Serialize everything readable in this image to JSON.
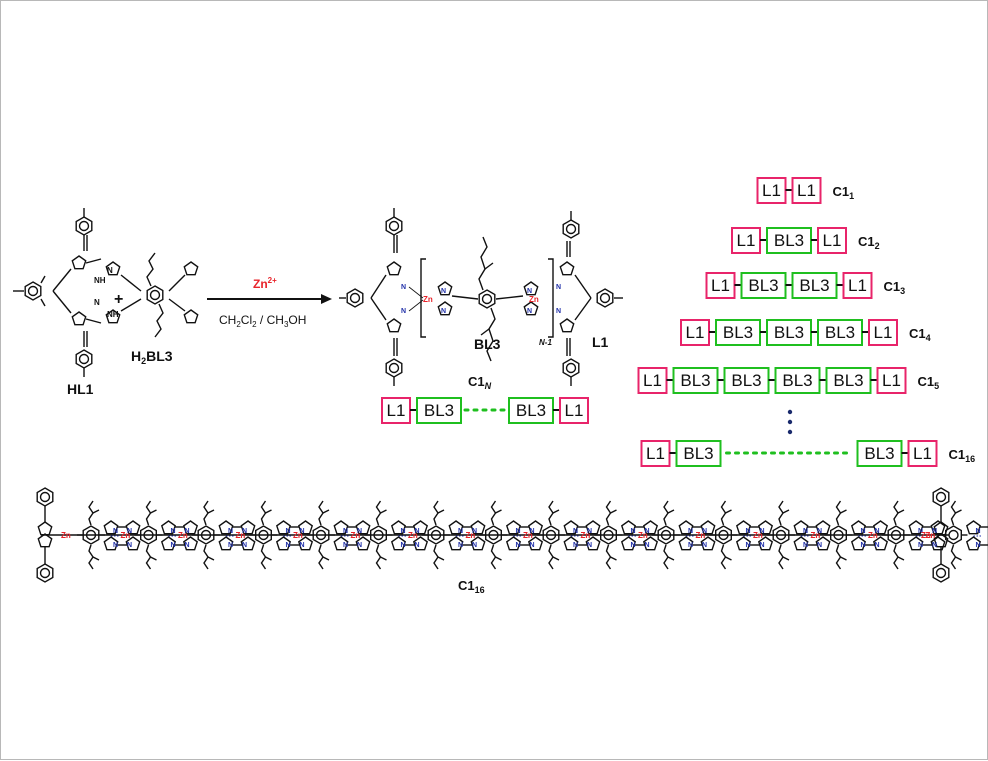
{
  "reaction": {
    "reagent": "Zn",
    "reagent_charge": "2+",
    "solvent_a": "CH",
    "solvent_a_sub1": "2",
    "solvent_a_mid": "Cl",
    "solvent_a_sub2": "2",
    "solvent_sep": " / CH",
    "solvent_b_sub": "3",
    "solvent_b_end": "OH",
    "plus": "+"
  },
  "reactants": {
    "hl1_prefix": "H",
    "hl1_suffix": "L1",
    "h2bl3_h": "H",
    "h2bl3_sub": "2",
    "h2bl3_rest": "BL3",
    "nh": "NH",
    "n": "N"
  },
  "product": {
    "bl3": "BL3",
    "l1": "L1",
    "n_minus_1": "N-1",
    "c1_prefix": "C1",
    "c1_sub": "N",
    "zn": "Zn"
  },
  "schematic": {
    "l1": "L1",
    "bl3": "BL3"
  },
  "series": [
    {
      "main": "C1",
      "sub": "1",
      "boxes": [
        "L1",
        "L1"
      ]
    },
    {
      "main": "C1",
      "sub": "2",
      "boxes": [
        "L1",
        "BL3",
        "L1"
      ]
    },
    {
      "main": "C1",
      "sub": "3",
      "boxes": [
        "L1",
        "BL3",
        "BL3",
        "L1"
      ]
    },
    {
      "main": "C1",
      "sub": "4",
      "boxes": [
        "L1",
        "BL3",
        "BL3",
        "BL3",
        "L1"
      ]
    },
    {
      "main": "C1",
      "sub": "5",
      "boxes": [
        "L1",
        "BL3",
        "BL3",
        "BL3",
        "BL3",
        "L1"
      ]
    },
    {
      "main": "C1",
      "sub": "16",
      "boxes": [
        "L1",
        "BL3",
        "BL3",
        "L1"
      ]
    }
  ],
  "chain": {
    "label_main": "C1",
    "label_sub": "16",
    "zn": "Zn"
  },
  "colors": {
    "l1_border": "#e8246a",
    "bl3_border": "#1fbf1f",
    "zn": "#e8242b",
    "nitrogen": "#1f2fa8",
    "link_dots": "#1fbf1f",
    "vertical_dots": "#1a2a6c"
  }
}
